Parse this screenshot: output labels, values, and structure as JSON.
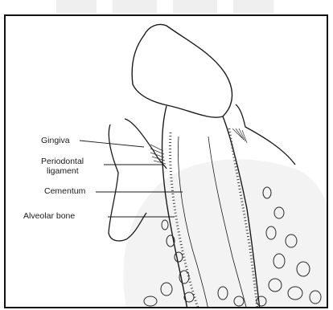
{
  "labels": {
    "gingiva": "Gingiva",
    "periodontal_line1": "Periodontal",
    "periodontal_line2": "ligament",
    "cementum": "Cementum",
    "alveolar_bone": "Alveolar bone"
  },
  "colors": {
    "ink": "#1a1a1a",
    "border": "#111111",
    "watermark": "#efefef",
    "bone_shade": "#f3f3f3"
  }
}
